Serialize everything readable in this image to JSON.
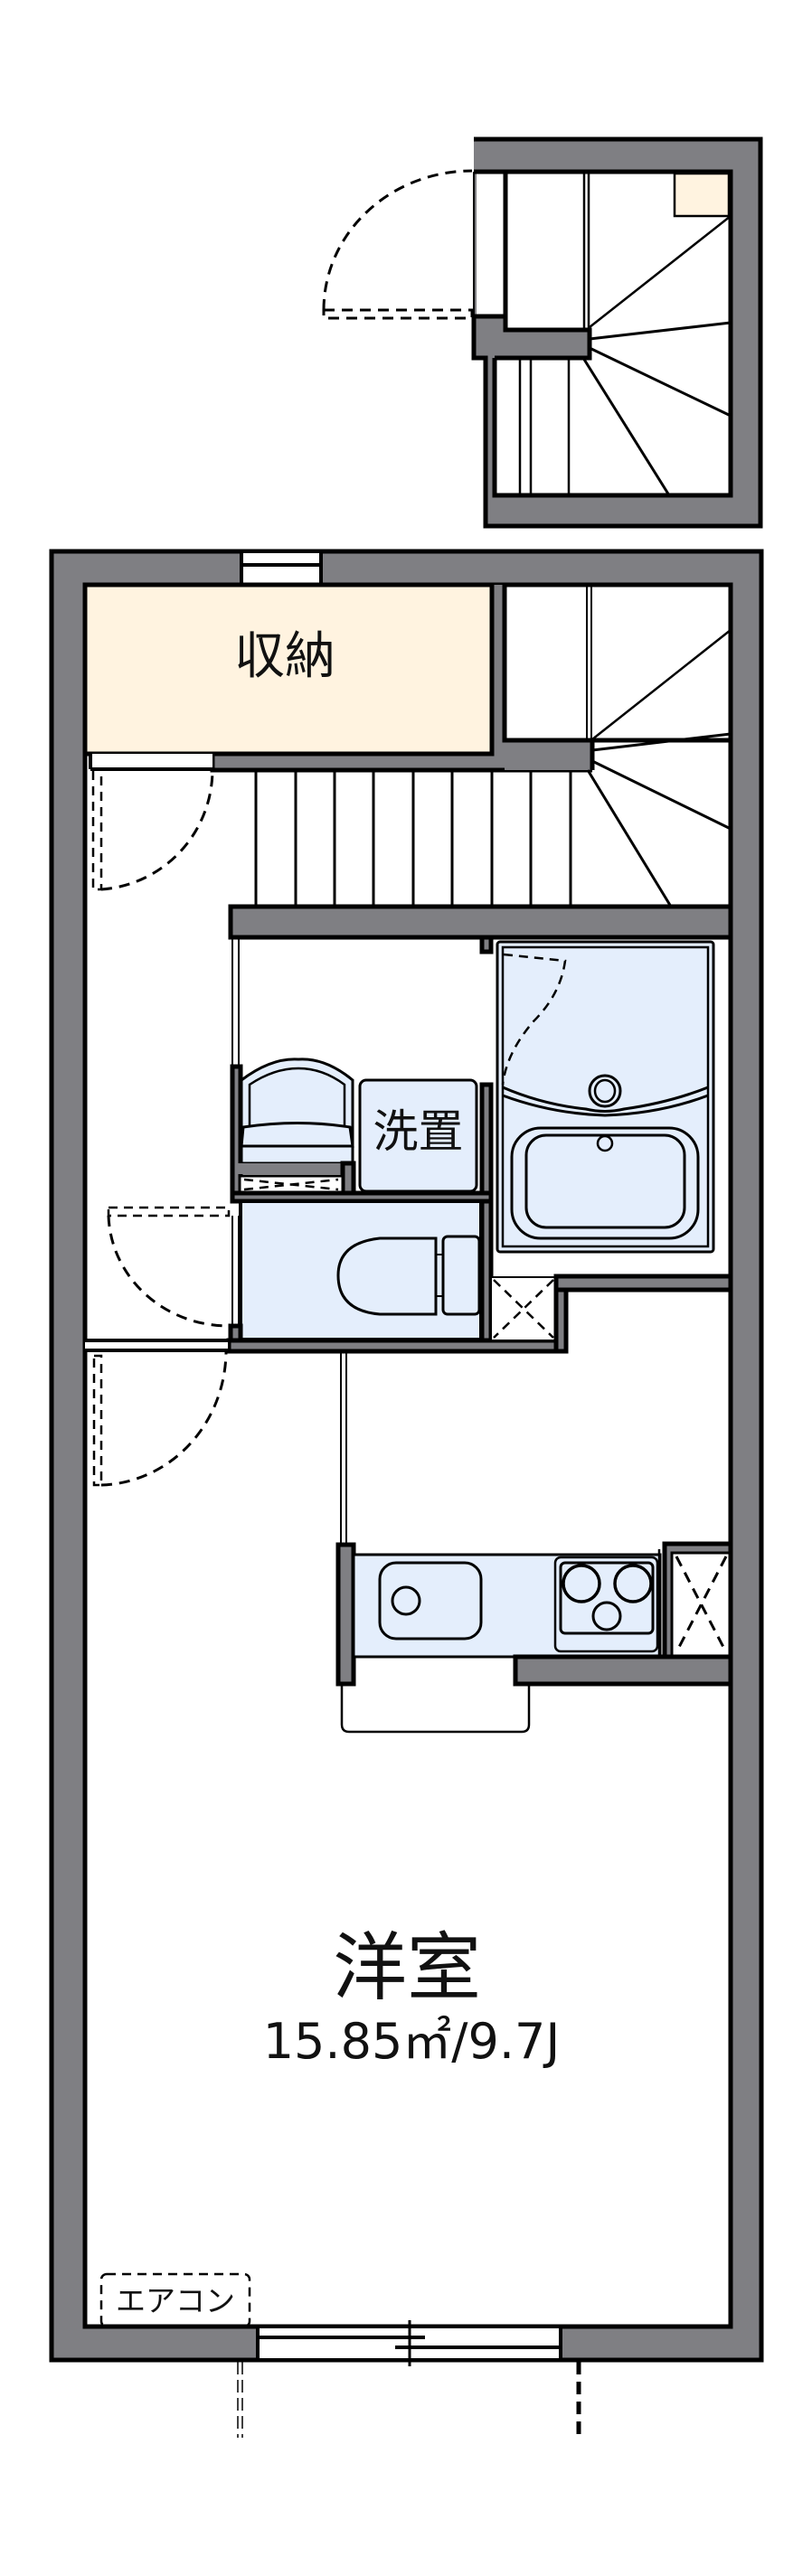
{
  "floorplan": {
    "rooms": {
      "storage": {
        "label": "収納"
      },
      "washer_space": {
        "label": "洗置"
      },
      "western_room": {
        "label": "洋室",
        "area": "15.85㎡/9.7J"
      },
      "air_conditioner": {
        "label": "エアコン"
      }
    },
    "colors": {
      "wall": "#7f7f83",
      "storage_fill": "#fff3e0",
      "wet_area_fill": "#e4eefc",
      "outline": "#000000",
      "background": "#ffffff"
    },
    "fixtures": [
      "staircase-upper",
      "staircase-main",
      "entry-door",
      "hall-door",
      "toilet-door",
      "washing-machine",
      "toilet",
      "unit-bath",
      "bathtub",
      "kitchen-sink",
      "stove-3-burner",
      "pipe-space",
      "refrigerator-space",
      "balcony-window"
    ]
  }
}
